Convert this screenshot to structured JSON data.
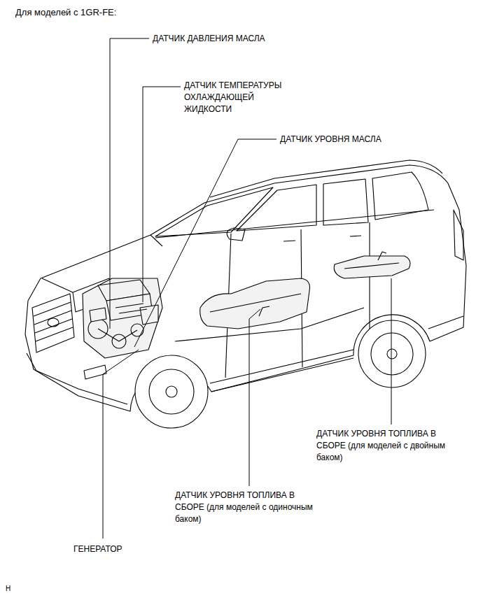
{
  "diagram": {
    "title": "Для моделей с 1GR-FE:",
    "labels": [
      "ДАТЧИК ДАВЛЕНИЯ МАСЛА",
      "ДАТЧИК ТЕМПЕРАТУРЫ ОХЛАЖДАЮЩЕЙ ЖИДКОСТИ",
      "ДАТЧИК УРОВНЯ МАСЛА",
      "ДАТЧИК УРОВНЯ ТОПЛИВА В СБОРЕ (для моделей с двойным баком)",
      "ДАТЧИК УРОВНЯ ТОПЛИВА В СБОРЕ (для моделей с одиночным баком)",
      "ГЕНЕРАТОР",
      "H"
    ]
  }
}
